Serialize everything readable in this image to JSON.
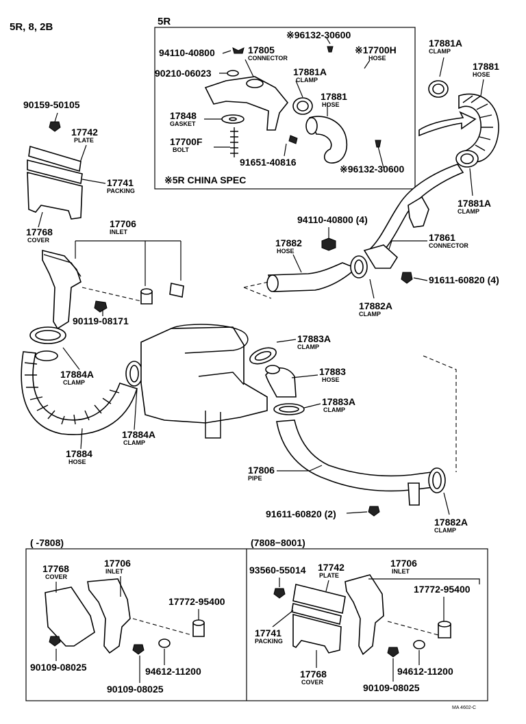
{
  "model_header": "5R, 8, 2B",
  "inset_5r": {
    "title": "5R",
    "footnote": "※5R CHINA SPEC"
  },
  "parts": [
    {
      "num": "90159-50105",
      "desc": ""
    },
    {
      "num": "17742",
      "desc": "PLATE"
    },
    {
      "num": "17741",
      "desc": "PACKING"
    },
    {
      "num": "17768",
      "desc": "COVER"
    },
    {
      "num": "17706",
      "desc": "INLET"
    },
    {
      "num": "90119-08171",
      "desc": ""
    },
    {
      "num": "17884A",
      "desc": "CLAMP"
    },
    {
      "num": "17884",
      "desc": "HOSE"
    },
    {
      "num": "17884A",
      "desc": "CLAMP"
    },
    {
      "num": "94110-40800",
      "desc": ""
    },
    {
      "num": "90210-06023",
      "desc": ""
    },
    {
      "num": "17805",
      "desc": "CONNECTOR"
    },
    {
      "num": "17848",
      "desc": "GASKET"
    },
    {
      "num": "17700F",
      "desc": "BOLT"
    },
    {
      "num": "91651-40816",
      "desc": ""
    },
    {
      "num": "17881A",
      "desc": "CLAMP"
    },
    {
      "num": "17881",
      "desc": "HOSE"
    },
    {
      "num": "※96132-30600",
      "desc": ""
    },
    {
      "num": "※17700H",
      "desc": "HOSE"
    },
    {
      "num": "※96132-30600",
      "desc": ""
    },
    {
      "num": "17881A",
      "desc": "CLAMP"
    },
    {
      "num": "17881",
      "desc": "HOSE"
    },
    {
      "num": "17881A",
      "desc": "CLAMP"
    },
    {
      "num": "94110-40800 (4)",
      "desc": ""
    },
    {
      "num": "17861",
      "desc": "CONNECTOR"
    },
    {
      "num": "17882",
      "desc": "HOSE"
    },
    {
      "num": "91611-60820 (4)",
      "desc": ""
    },
    {
      "num": "17882A",
      "desc": "CLAMP"
    },
    {
      "num": "17883A",
      "desc": "CLAMP"
    },
    {
      "num": "17883",
      "desc": "HOSE"
    },
    {
      "num": "17883A",
      "desc": "CLAMP"
    },
    {
      "num": "17806",
      "desc": "PIPE"
    },
    {
      "num": "91611-60820 (2)",
      "desc": ""
    },
    {
      "num": "17882A",
      "desc": "CLAMP"
    }
  ],
  "panel_left": {
    "title": "(        -7808)",
    "parts": [
      {
        "num": "17768",
        "desc": "COVER"
      },
      {
        "num": "17706",
        "desc": "INLET"
      },
      {
        "num": "17772-95400",
        "desc": ""
      },
      {
        "num": "90109-08025",
        "desc": ""
      },
      {
        "num": "94612-11200",
        "desc": ""
      },
      {
        "num": "90109-08025",
        "desc": ""
      }
    ]
  },
  "panel_right": {
    "title": "(7808−8001)",
    "parts": [
      {
        "num": "93560-55014",
        "desc": ""
      },
      {
        "num": "17742",
        "desc": "PLATE"
      },
      {
        "num": "17706",
        "desc": "INLET"
      },
      {
        "num": "17772-95400",
        "desc": ""
      },
      {
        "num": "17741",
        "desc": "PACKING"
      },
      {
        "num": "94612-11200",
        "desc": ""
      },
      {
        "num": "17768",
        "desc": "COVER"
      },
      {
        "num": "90109-08025",
        "desc": ""
      }
    ]
  },
  "figure_code": "MA 4602-C"
}
